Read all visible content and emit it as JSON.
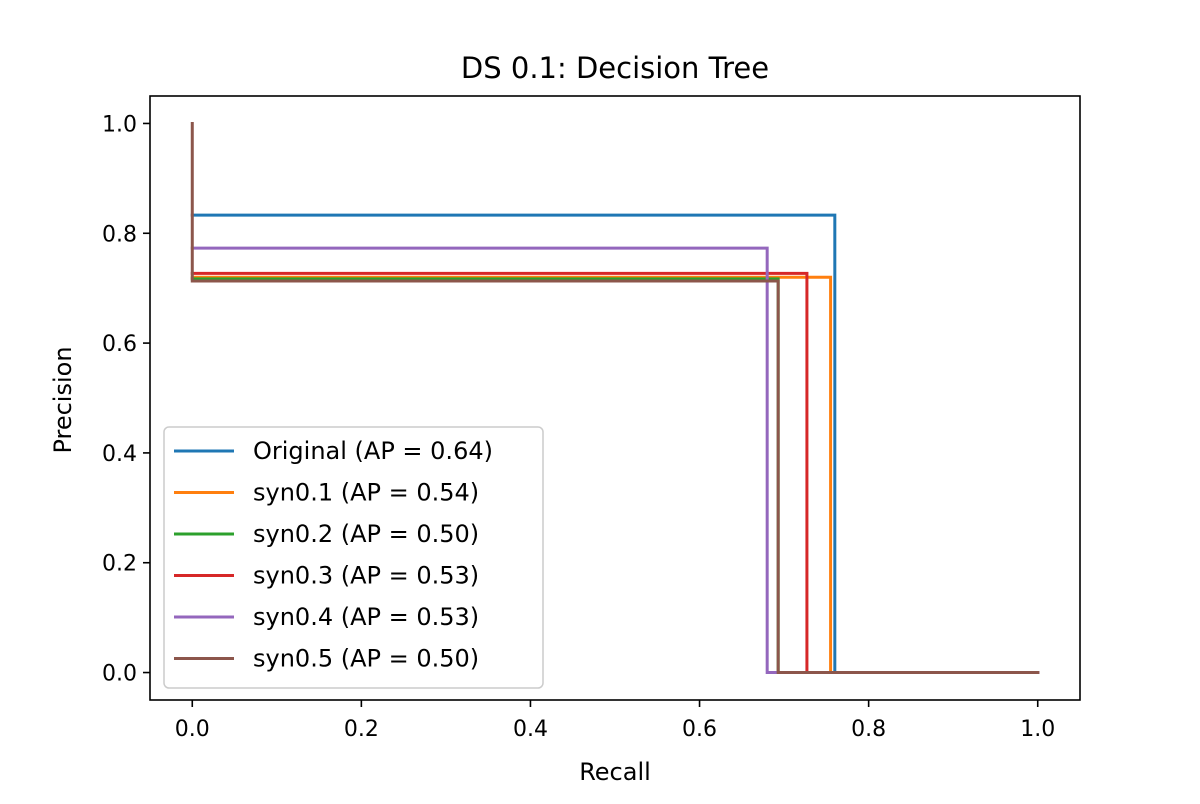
{
  "chart_data": {
    "type": "line",
    "title": "DS 0.1: Decision Tree",
    "xlabel": "Recall",
    "ylabel": "Precision",
    "xlim": [
      -0.05,
      1.05
    ],
    "ylim": [
      -0.05,
      1.05
    ],
    "xticks": [
      0.0,
      0.2,
      0.4,
      0.6,
      0.8,
      1.0
    ],
    "yticks": [
      0.0,
      0.2,
      0.4,
      0.6,
      0.8,
      1.0
    ],
    "xtick_labels": [
      "0.0",
      "0.2",
      "0.4",
      "0.6",
      "0.8",
      "1.0"
    ],
    "ytick_labels": [
      "0.0",
      "0.2",
      "0.4",
      "0.6",
      "0.8",
      "1.0"
    ],
    "grid": false,
    "legend_position": "lower-left",
    "series": [
      {
        "name": "Original (AP = 0.64)",
        "color": "#1f77b4",
        "x": [
          0.0,
          0.0,
          0.76,
          0.76,
          1.0
        ],
        "y": [
          0.833,
          0.833,
          0.833,
          0.0,
          0.0
        ]
      },
      {
        "name": "syn0.1 (AP = 0.54)",
        "color": "#ff7f0e",
        "x": [
          0.0,
          0.0,
          0.755,
          0.755,
          1.0
        ],
        "y": [
          0.72,
          0.72,
          0.72,
          0.0,
          0.0
        ]
      },
      {
        "name": "syn0.2 (AP = 0.50)",
        "color": "#2ca02c",
        "x": [
          0.0,
          0.0,
          0.693,
          0.693,
          1.0
        ],
        "y": [
          0.717,
          0.717,
          0.717,
          0.0,
          0.0
        ]
      },
      {
        "name": "syn0.3 (AP = 0.53)",
        "color": "#d62728",
        "x": [
          0.0,
          0.0,
          0.727,
          0.727,
          1.0
        ],
        "y": [
          0.727,
          0.727,
          0.727,
          0.0,
          0.0
        ]
      },
      {
        "name": "syn0.4 (AP = 0.53)",
        "color": "#9467bd",
        "x": [
          0.0,
          0.0,
          0.68,
          0.68,
          1.0
        ],
        "y": [
          0.773,
          0.773,
          0.773,
          0.0,
          0.0
        ]
      },
      {
        "name": "syn0.5 (AP = 0.50)",
        "color": "#8c564b",
        "x": [
          0.0,
          0.0,
          0.693,
          0.693,
          1.0
        ],
        "y": [
          1.0,
          0.713,
          0.713,
          0.0,
          0.0
        ]
      }
    ]
  }
}
